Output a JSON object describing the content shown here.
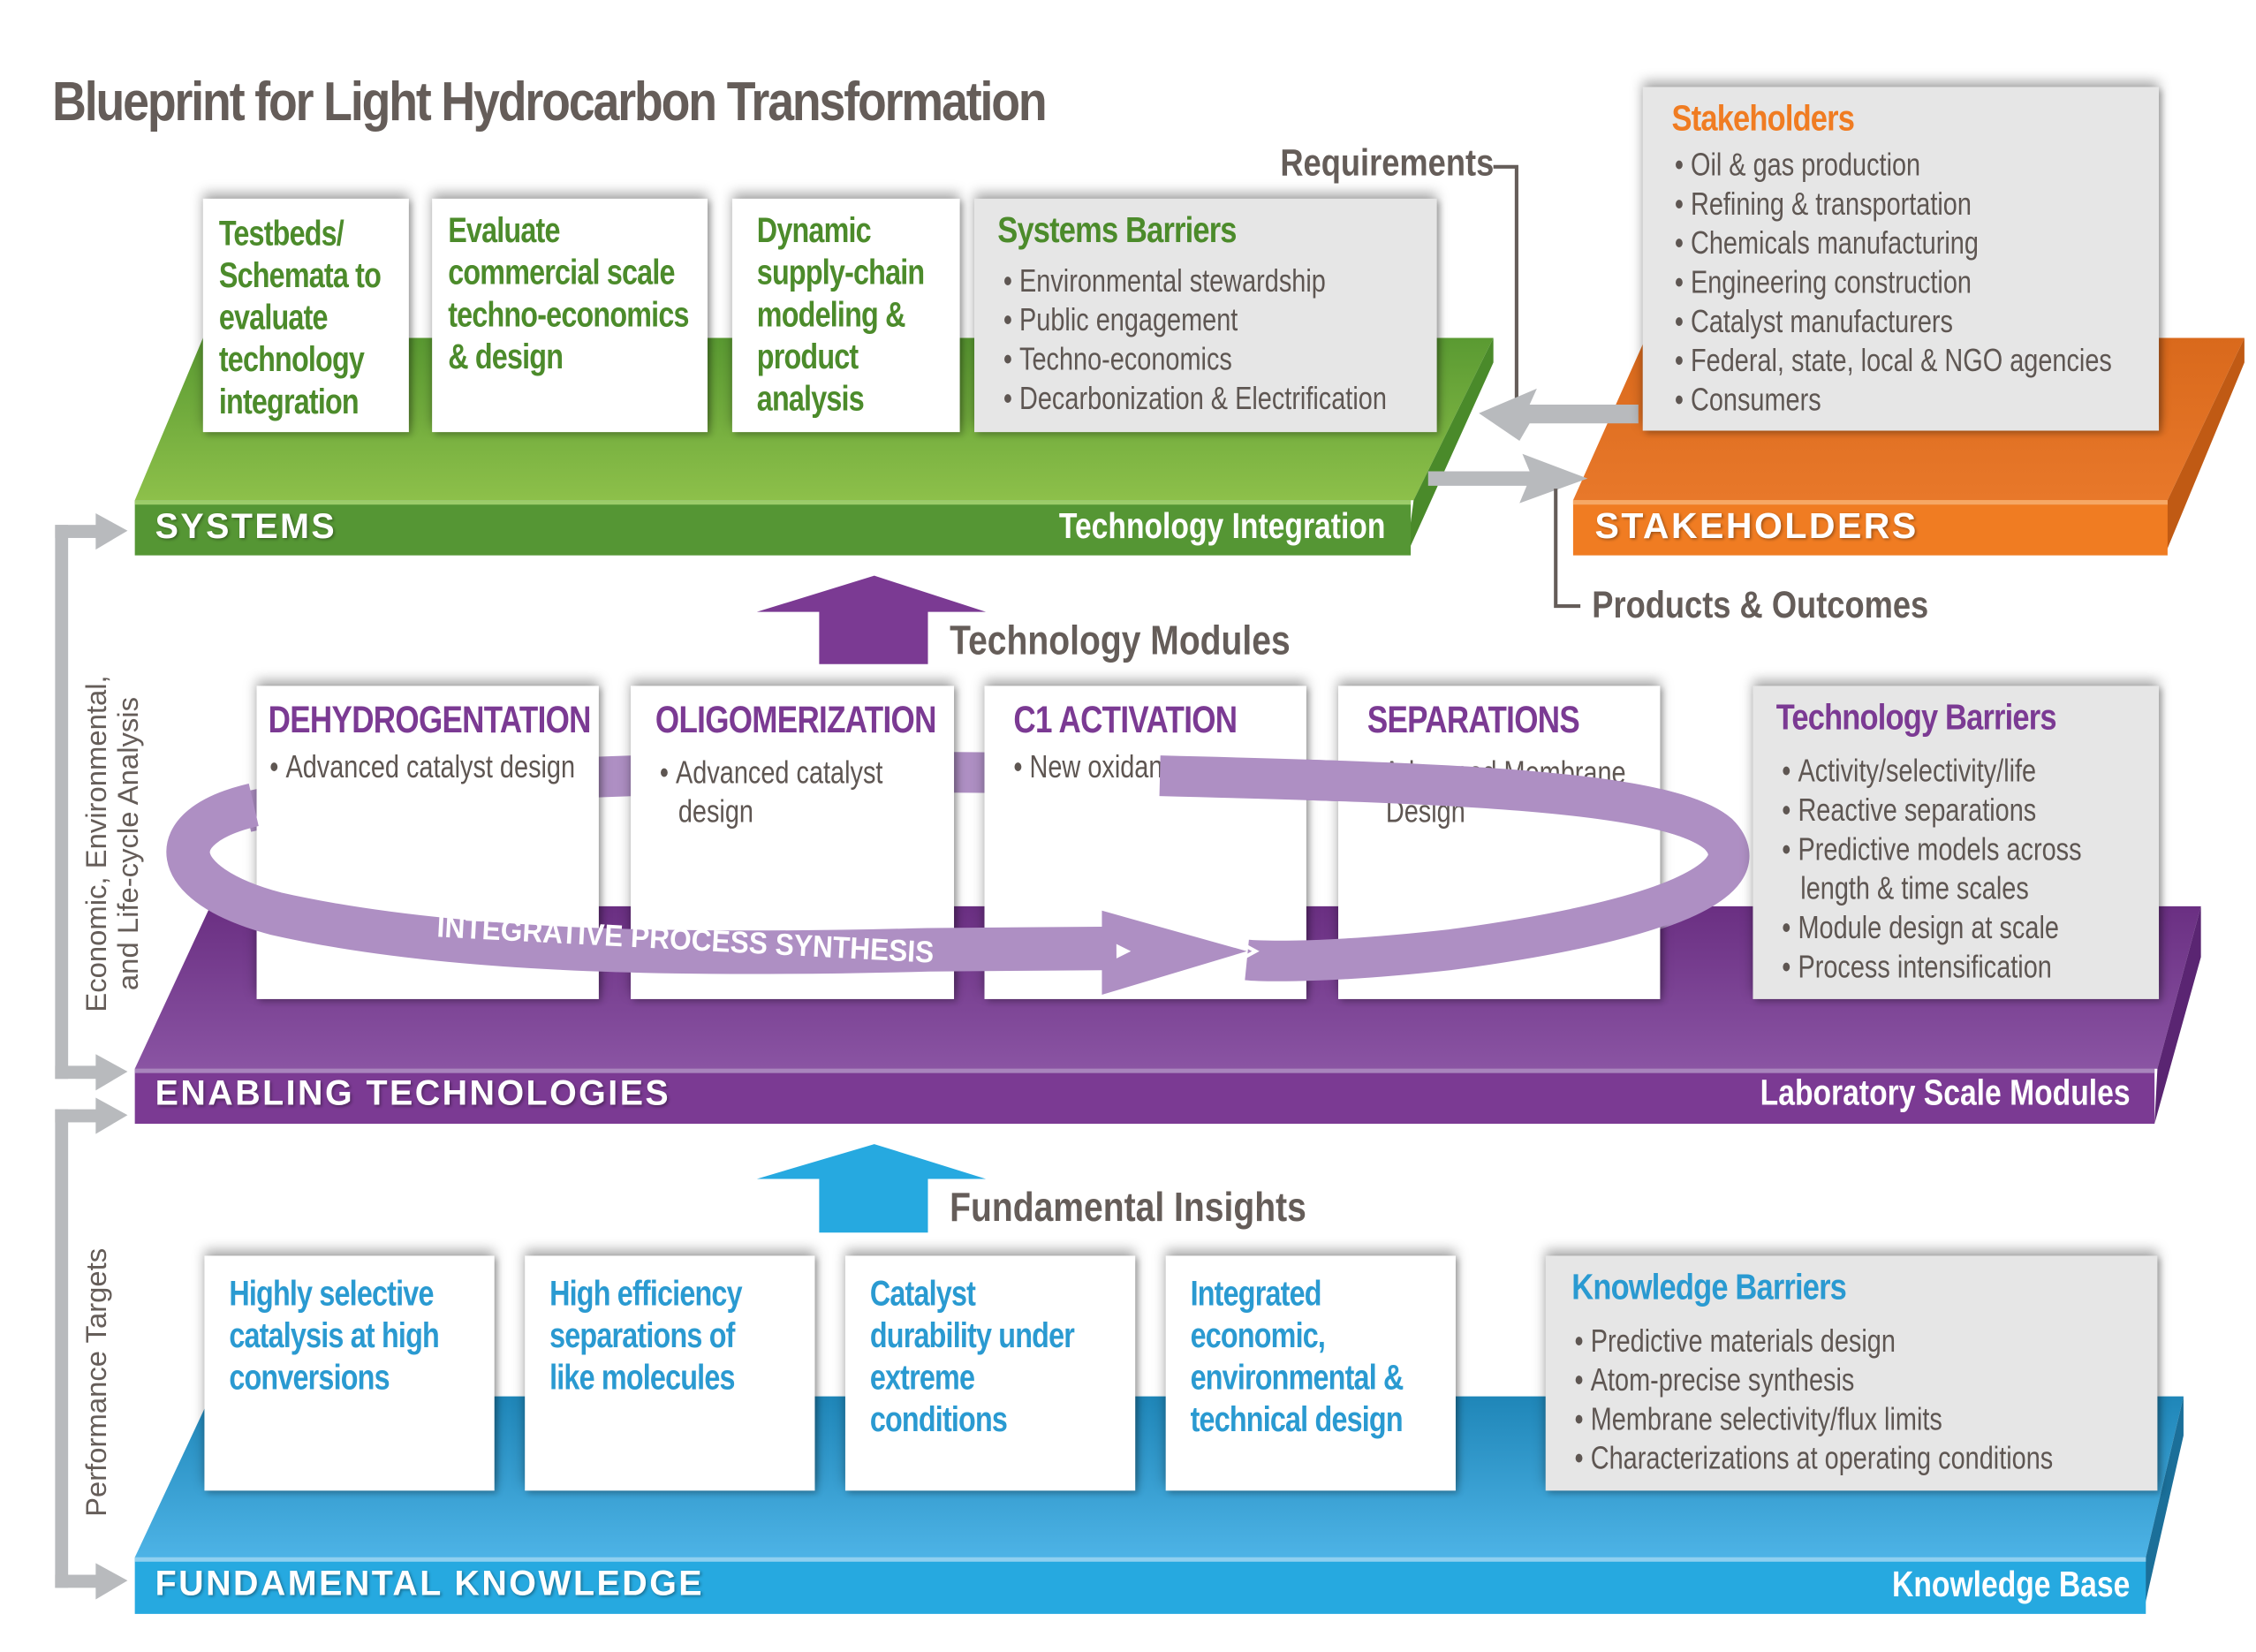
{
  "title": "Blueprint for Light Hydrocarbon Transformation",
  "colors": {
    "systems": "#5a9a32",
    "stakeholders": "#f07c22",
    "enabling": "#7b3a93",
    "fundamental": "#26a9e0",
    "connector_arrow": "#b8babd",
    "integrative_arrow": "#ae8fc3",
    "text_gray": "#655d59"
  },
  "connectors": {
    "requirements": "Requirements",
    "products_outcomes": "Products & Outcomes",
    "technology_modules": "Technology Modules",
    "fundamental_insights": "Fundamental Insights"
  },
  "side_labels": {
    "upper_line1": "Economic, Environmental,",
    "upper_line2": "and Life-cycle Analysis",
    "lower": "Performance Targets"
  },
  "systems": {
    "bar_label": "SYSTEMS",
    "bar_sublabel": "Technology Integration",
    "cards": [
      {
        "lines": [
          "Testbeds/",
          "Schemata to",
          "evaluate",
          "technology",
          "integration"
        ]
      },
      {
        "lines": [
          "Evaluate",
          "commercial scale",
          "techno-economics",
          "& design"
        ]
      },
      {
        "lines": [
          "Dynamic",
          "supply-chain",
          "modeling &",
          "product",
          "analysis"
        ]
      }
    ],
    "barriers": {
      "title": "Systems Barriers",
      "items": [
        "Environmental stewardship",
        "Public engagement",
        "Techno-economics",
        "Decarbonization & Electrification"
      ]
    }
  },
  "stakeholders": {
    "bar_label": "STAKEHOLDERS",
    "box": {
      "title": "Stakeholders",
      "items": [
        "Oil & gas production",
        "Refining & transportation",
        "Chemicals manufacturing",
        "Engineering construction",
        "Catalyst manufacturers",
        "Federal, state, local & NGO agencies",
        "Consumers"
      ]
    }
  },
  "enabling": {
    "bar_label": "ENABLING TECHNOLOGIES",
    "bar_sublabel": "Laboratory Scale Modules",
    "integrative_label": "INTEGRATIVE PROCESS SYNTHESIS",
    "modules": [
      {
        "title": "DEHYDROGENTATION",
        "lines": [
          "Advanced catalyst design"
        ]
      },
      {
        "title": "OLIGOMERIZATION",
        "lines": [
          "Advanced catalyst",
          "design"
        ]
      },
      {
        "title": "C1 ACTIVATION",
        "lines": [
          "New oxidants"
        ]
      },
      {
        "title": "SEPARATIONS",
        "lines": [
          "Advanced Membrane",
          "Design"
        ]
      }
    ],
    "barriers": {
      "title": "Technology Barriers",
      "items": [
        {
          "text": "Activity/selectivity/life",
          "bullet": true
        },
        {
          "text": "Reactive separations",
          "bullet": true
        },
        {
          "text": "Predictive models across",
          "bullet": true
        },
        {
          "text": "length & time scales",
          "bullet": false
        },
        {
          "text": "Module design at scale",
          "bullet": true
        },
        {
          "text": "Process intensification",
          "bullet": true
        }
      ]
    }
  },
  "fundamental": {
    "bar_label": "FUNDAMENTAL KNOWLEDGE",
    "bar_sublabel": "Knowledge Base",
    "cards": [
      {
        "lines": [
          "Highly selective",
          "catalysis at high",
          "conversions"
        ]
      },
      {
        "lines": [
          "High efficiency",
          "separations of",
          "like molecules"
        ]
      },
      {
        "lines": [
          "Catalyst",
          "durability under",
          "extreme",
          "conditions"
        ]
      },
      {
        "lines": [
          "Integrated",
          "economic,",
          "environmental &",
          "technical design"
        ]
      }
    ],
    "barriers": {
      "title": "Knowledge Barriers",
      "items": [
        "Predictive materials design",
        "Atom-precise synthesis",
        "Membrane selectivity/flux limits",
        "Characterizations at operating conditions"
      ]
    }
  }
}
